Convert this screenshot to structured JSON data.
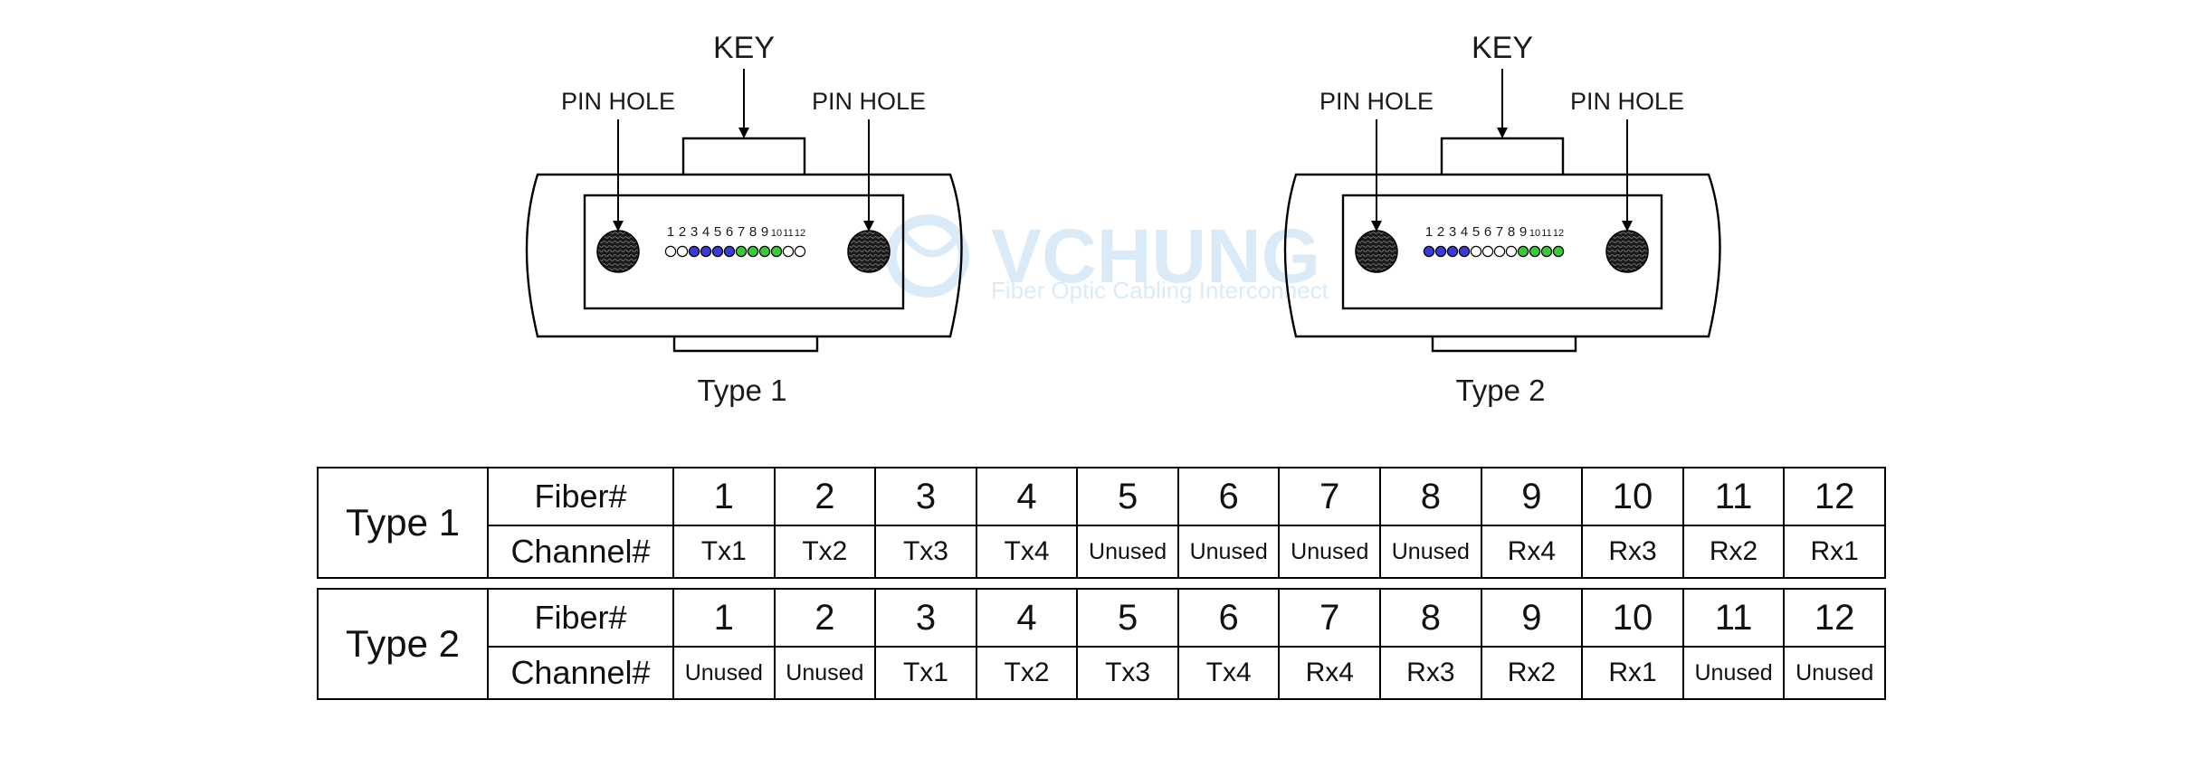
{
  "connectors": [
    {
      "id": "type1",
      "title": "Type 1",
      "key_label": "KEY",
      "left_pin_label": "PIN HOLE",
      "right_pin_label": "PIN HOLE",
      "fiber_numbers": [
        "1",
        "2",
        "3",
        "4",
        "5",
        "6",
        "7",
        "8",
        "9",
        "10",
        "11",
        "12"
      ],
      "fiber_fill": [
        "white",
        "white",
        "blue",
        "blue",
        "blue",
        "blue",
        "green",
        "green",
        "green",
        "green",
        "white",
        "white"
      ]
    },
    {
      "id": "type2",
      "title": "Type 2",
      "key_label": "KEY",
      "left_pin_label": "PIN HOLE",
      "right_pin_label": "PIN HOLE",
      "fiber_numbers": [
        "1",
        "2",
        "3",
        "4",
        "5",
        "6",
        "7",
        "8",
        "9",
        "10",
        "11",
        "12"
      ],
      "fiber_fill": [
        "blue",
        "blue",
        "blue",
        "blue",
        "white",
        "white",
        "white",
        "white",
        "green",
        "green",
        "green",
        "green"
      ]
    }
  ],
  "colors": {
    "blue": "#3a3ad6",
    "green": "#3cc83c",
    "white": "#ffffff",
    "line": "#000000"
  },
  "watermark": {
    "brand": "VCHUNG",
    "tagline": "Fiber Optic Cabling Interconnect"
  },
  "tables": [
    {
      "label": "Type 1",
      "fiber_header": "Fiber#",
      "channel_header": "Channel#",
      "fibers": [
        "1",
        "2",
        "3",
        "4",
        "5",
        "6",
        "7",
        "8",
        "9",
        "10",
        "11",
        "12"
      ],
      "channels": [
        "Tx1",
        "Tx2",
        "Tx3",
        "Tx4",
        "Unused",
        "Unused",
        "Unused",
        "Unused",
        "Rx4",
        "Rx3",
        "Rx2",
        "Rx1"
      ]
    },
    {
      "label": "Type 2",
      "fiber_header": "Fiber#",
      "channel_header": "Channel#",
      "fibers": [
        "1",
        "2",
        "3",
        "4",
        "5",
        "6",
        "7",
        "8",
        "9",
        "10",
        "11",
        "12"
      ],
      "channels": [
        "Unused",
        "Unused",
        "Tx1",
        "Tx2",
        "Tx3",
        "Tx4",
        "Rx4",
        "Rx3",
        "Rx2",
        "Rx1",
        "Unused",
        "Unused"
      ]
    }
  ]
}
